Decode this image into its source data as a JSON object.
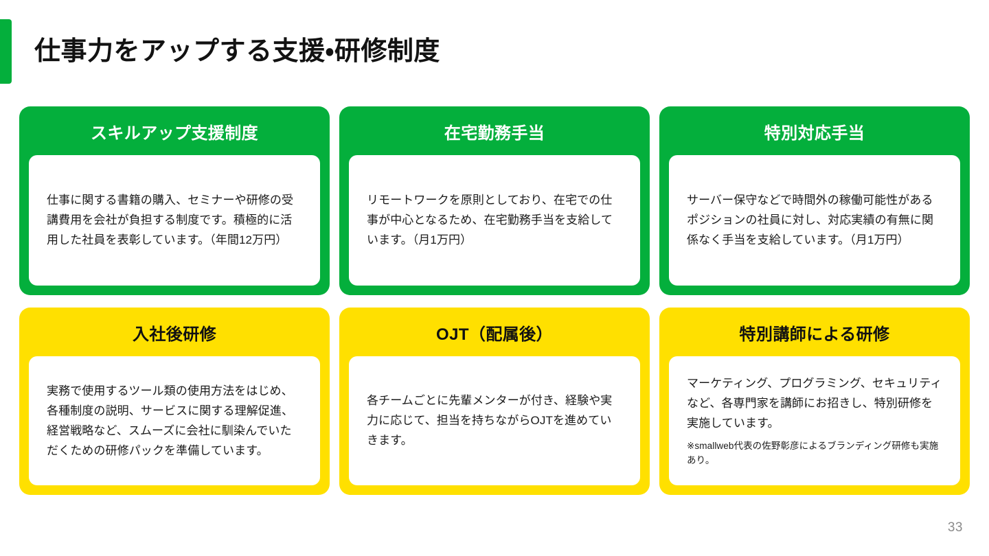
{
  "slide": {
    "title": "仕事力をアップする支援・研修制度",
    "page_number": "33",
    "background_color": "#FFFFFF",
    "accent_color": "#04AF3C",
    "highlight_color": "#FFE000"
  },
  "cards": [
    {
      "heading": "スキルアップ支援制度",
      "theme": "green",
      "body": "仕事に関する書籍の購入、セミナーや研修の受講費用を会社が負担する制度です。積極的に活用した社員を表彰しています。（年間12万円）",
      "note": ""
    },
    {
      "heading": "在宅勤務手当",
      "theme": "green",
      "body": "リモートワークを原則としており、在宅での仕事が中心となるため、在宅勤務手当を支給しています。（月1万円）",
      "note": ""
    },
    {
      "heading": "特別対応手当",
      "theme": "green",
      "body": "サーバー保守などで時間外の稼働可能性があるポジションの社員に対し、対応実績の有無に関係なく手当を支給しています。（月1万円）",
      "note": ""
    },
    {
      "heading": "入社後研修",
      "theme": "yellow",
      "body": "実務で使用するツール類の使用方法をはじめ、各種制度の説明、サービスに関する理解促進、経営戦略など、スムーズに会社に馴染んでいただくための研修パックを準備しています。",
      "note": ""
    },
    {
      "heading": "OJT（配属後）",
      "theme": "yellow",
      "body": "各チームごとに先輩メンターが付き、経験や実力に応じて、担当を持ちながらOJTを進めていきます。",
      "note": ""
    },
    {
      "heading": "特別講師による研修",
      "theme": "yellow",
      "body": "マーケティング、プログラミング、セキュリティなど、各専門家を講師にお招きし、特別研修を実施しています。",
      "note": "※smallweb代表の佐野彰彦によるブランディング研修も実施あり。"
    }
  ]
}
